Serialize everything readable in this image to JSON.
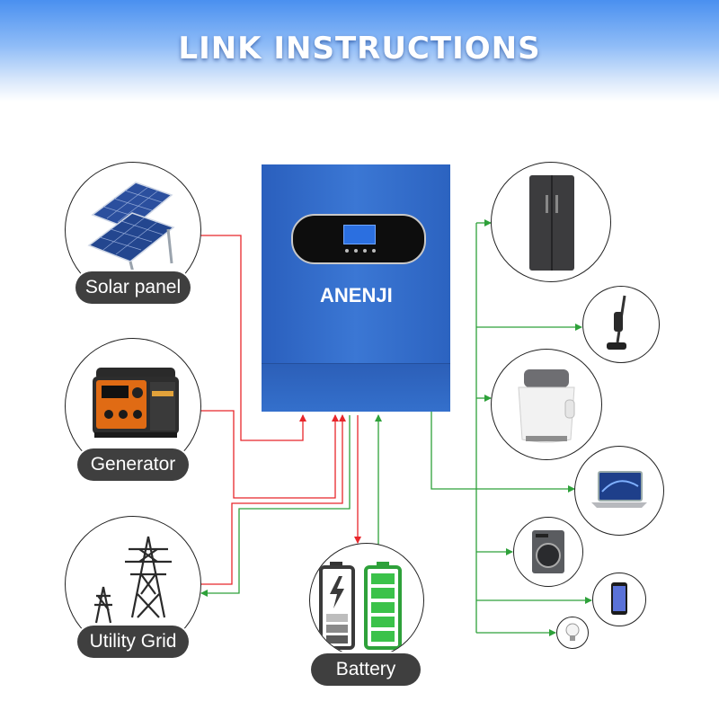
{
  "header": {
    "title": "LINK INSTRUCTIONS"
  },
  "inverter": {
    "brand": "ANENJI"
  },
  "sources": {
    "solar": "Solar panel",
    "generator": "Generator",
    "grid": "Utility Grid"
  },
  "storage": {
    "battery": "Battery"
  },
  "colors": {
    "input_line": "#e8262b",
    "output_line": "#2ea13a",
    "inverter": "#3570cc",
    "label_bg": "#3f3f3f"
  },
  "loads": [
    "refrigerator-icon",
    "cordless-vacuum-icon",
    "air-fryer-icon",
    "laptop-icon",
    "washing-machine-icon",
    "smartphone-icon",
    "light-bulb-icon"
  ]
}
